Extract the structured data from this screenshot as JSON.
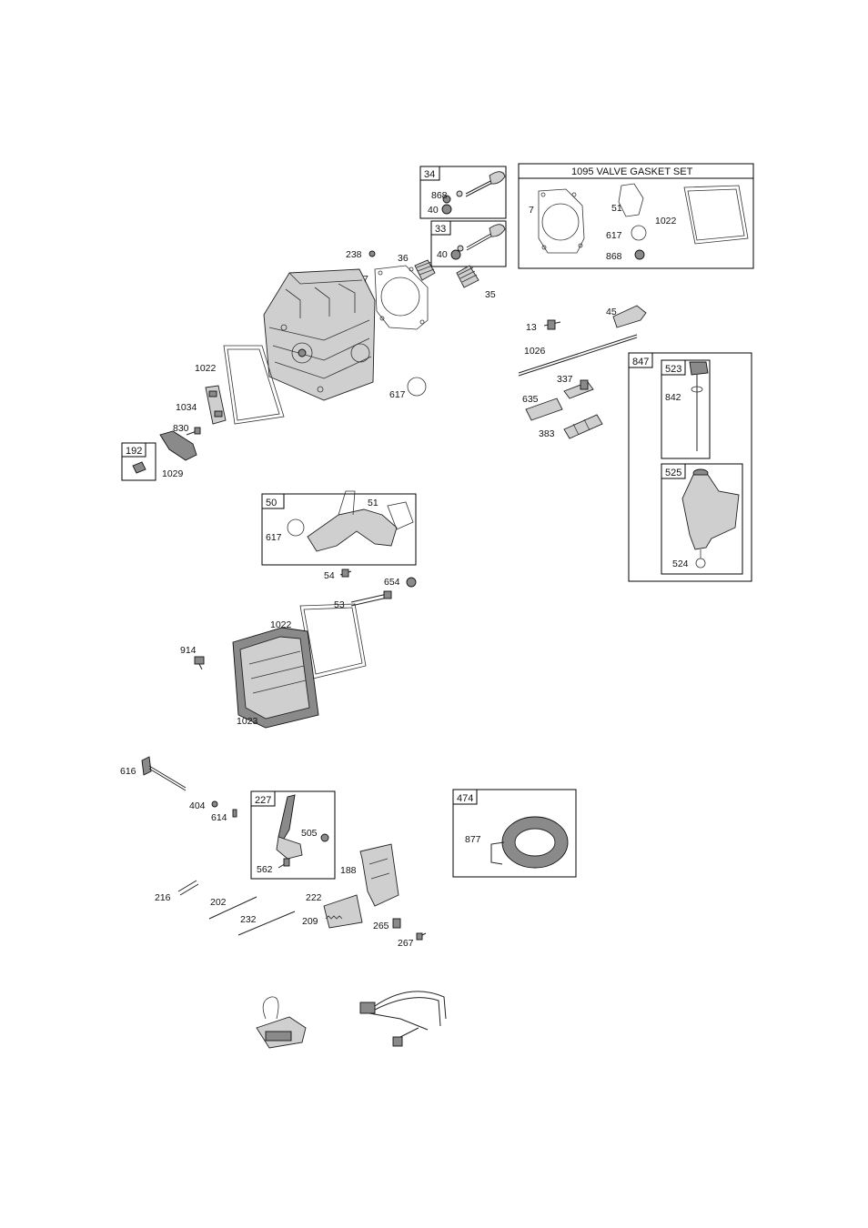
{
  "groups": {
    "g34": "34",
    "g33": "33",
    "g1095": "1095 VALVE GASKET SET",
    "g847": "847",
    "g523": "523",
    "g525": "525",
    "g192": "192",
    "g50": "50",
    "g227": "227",
    "g474": "474"
  },
  "labels": {
    "l868a": "868",
    "l40a": "40",
    "l40b": "40",
    "l7g": "7",
    "l51g": "51",
    "l617g": "617",
    "l1022g": "1022",
    "l868g": "868",
    "l238": "238",
    "l36": "36",
    "l7": "7",
    "l35": "35",
    "l1022a": "1022",
    "l617a": "617",
    "l1034": "1034",
    "l830": "830",
    "l1029": "1029",
    "l13": "13",
    "l45": "45",
    "l1026": "1026",
    "l337": "337",
    "l635": "635",
    "l383": "383",
    "l842": "842",
    "l524": "524",
    "l51": "51",
    "l617b": "617",
    "l54": "54",
    "l654": "654",
    "l53": "53",
    "l1022b": "1022",
    "l914": "914",
    "l1023": "1023",
    "l616": "616",
    "l404": "404",
    "l614": "614",
    "l505": "505",
    "l562": "562",
    "l188": "188",
    "l216": "216",
    "l202": "202",
    "l222": "222",
    "l232": "232",
    "l209": "209",
    "l265": "265",
    "l267": "267",
    "l877": "877"
  }
}
